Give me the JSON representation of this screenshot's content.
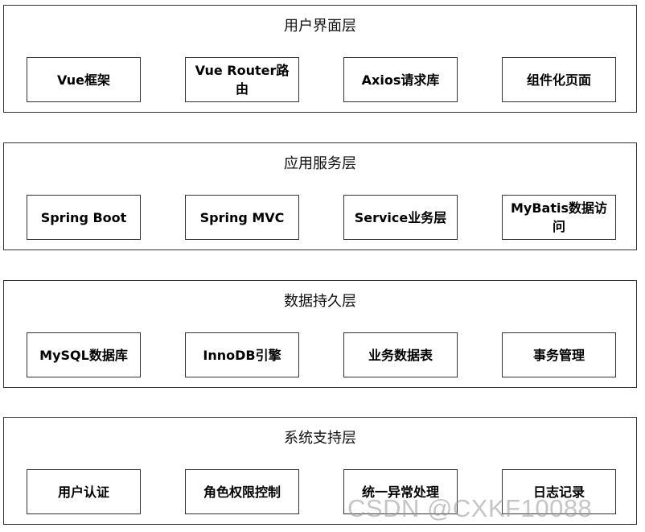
{
  "layers": [
    {
      "title": "用户界面层",
      "components": [
        "Vue框架",
        "Vue Router路由",
        "Axios请求库",
        "组件化页面"
      ]
    },
    {
      "title": "应用服务层",
      "components": [
        "Spring Boot",
        "Spring MVC",
        "Service业务层",
        "MyBatis数据访问"
      ]
    },
    {
      "title": "数据持久层",
      "components": [
        "MySQL数据库",
        "InnoDB引擎",
        "业务数据表",
        "事务管理"
      ]
    },
    {
      "title": "系统支持层",
      "components": [
        "用户认证",
        "角色权限控制",
        "统一异常处理",
        "日志记录"
      ]
    }
  ],
  "watermark": "CSDN @CXKF10088",
  "colors": {
    "border": "#333333",
    "background": "#ffffff",
    "text": "#000000"
  }
}
